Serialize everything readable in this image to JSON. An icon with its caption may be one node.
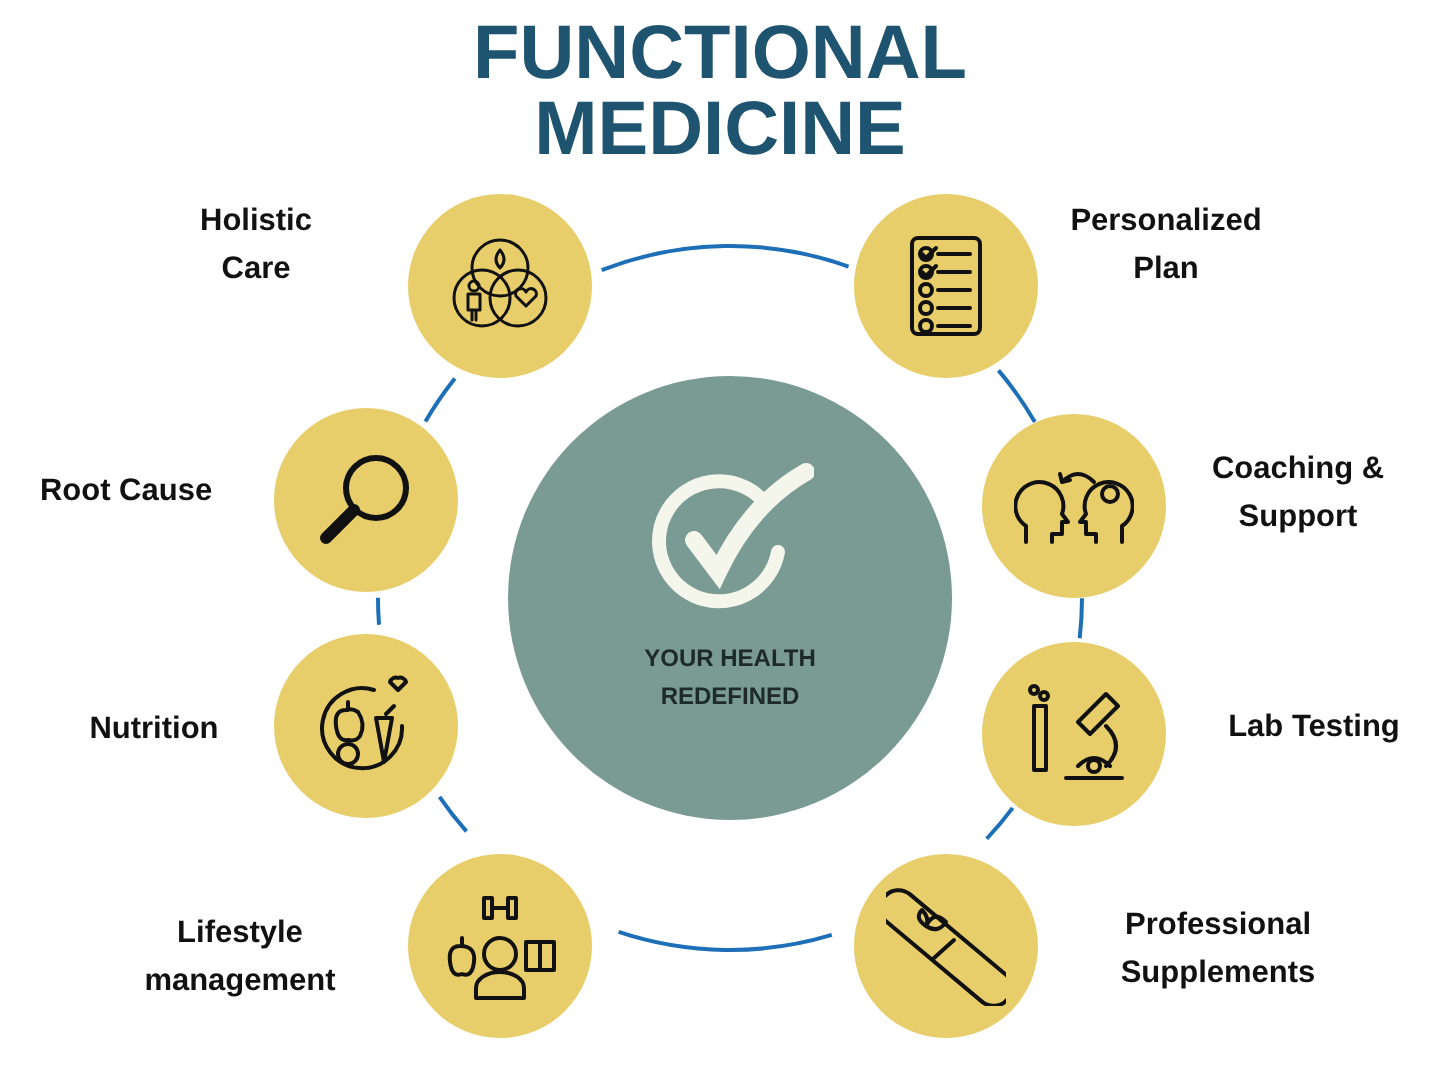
{
  "diagram": {
    "title": "FUNCTIONAL MEDICINE",
    "nodes": [
      {
        "text": [
          "Holistic Care"
        ]
      },
      {
        "text": [
          "Personalized Plan"
        ]
      },
      {
        "text": [
          "Root Cause"
        ]
      },
      {
        "text": [
          "Coaching & Support"
        ]
      },
      {
        "text": [
          "YOUR HEALTH REDEFINED"
        ]
      },
      {
        "text": [
          "Nutrition"
        ]
      },
      {
        "text": [
          "Lab Testing"
        ]
      },
      {
        "text": [
          "Lifestyle management"
        ]
      },
      {
        "text": [
          "Professional Supplements"
        ]
      }
    ],
    "edges": [
      {
        "from": 0,
        "to": 1,
        "arrow": "none"
      },
      {
        "from": 1,
        "to": 3,
        "arrow": "none"
      },
      {
        "from": 3,
        "to": 6,
        "arrow": "none"
      },
      {
        "from": 6,
        "to": 8,
        "arrow": "none"
      },
      {
        "from": 8,
        "to": 7,
        "arrow": "none"
      },
      {
        "from": 7,
        "to": 5,
        "arrow": "none"
      },
      {
        "from": 5,
        "to": 2,
        "arrow": "none"
      },
      {
        "from": 2,
        "to": 0,
        "arrow": "none"
      }
    ]
  }
}
